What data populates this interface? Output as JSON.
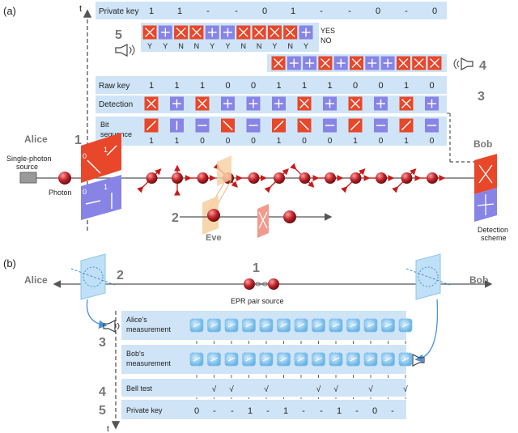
{
  "colors": {
    "panel": "#cfe4f7",
    "red": "#e8472a",
    "blue": "#8784e6",
    "photon": "#c0262c",
    "arrow": "#c91a1a",
    "eve_plane": "#f6cfa0",
    "axis": "#555555"
  },
  "panel_a": {
    "tag": "(a)",
    "time_axis": "t",
    "private_key_label": "Private key",
    "private_key": [
      "1",
      "1",
      "-",
      "-",
      "0",
      "1",
      "-",
      "-",
      "0",
      "-",
      "0"
    ],
    "step5": "5",
    "step5_bases": [
      "red",
      "blue",
      "red",
      "red",
      "blue",
      "blue",
      "red",
      "red",
      "red",
      "red",
      "blue"
    ],
    "step5_yn": [
      "Y",
      "Y",
      "N",
      "N",
      "Y",
      "Y",
      "N",
      "N",
      "Y",
      "N",
      "Y"
    ],
    "yes": "YES",
    "no": "NO",
    "step4": "4",
    "step4_bases": [
      "red",
      "blue",
      "blue",
      "red",
      "blue",
      "red",
      "blue",
      "blue",
      "red",
      "red",
      "red"
    ],
    "step3": "3",
    "raw_key_label": "Raw key",
    "raw_key": [
      "1",
      "1",
      "1",
      "0",
      "0",
      "1",
      "1",
      "1",
      "0",
      "0",
      "1",
      "0"
    ],
    "detection_label": "Detection",
    "detection_bases": [
      "red",
      "blue",
      "red",
      "blue",
      "blue",
      "blue",
      "red",
      "blue",
      "red",
      "blue",
      "red",
      "blue"
    ],
    "bit_seq_label_1": "Bit",
    "bit_seq_label_2": "sequence",
    "bit_seq_bases": [
      "red",
      "blue",
      "blue",
      "red",
      "blue",
      "red",
      "red",
      "blue",
      "red",
      "blue",
      "red",
      "blue"
    ],
    "bit_seq": [
      "1",
      "1",
      "0",
      "0",
      "0",
      "1",
      "0",
      "0",
      "1",
      "0",
      "1",
      "0"
    ],
    "alice": "Alice",
    "step1": "1",
    "source_1": "Single-photon",
    "source_2": "source",
    "photon": "Photon",
    "pol_0": "0",
    "pol_1": "1",
    "bob": "Bob",
    "detection_scheme_1": "Detection",
    "detection_scheme_2": "scheme",
    "step2": "2",
    "eve": "Eve"
  },
  "panel_b": {
    "tag": "(b)",
    "alice": "Alice",
    "bob": "Bob",
    "step2": "2",
    "step1": "1",
    "epr_label": "EPR pair source",
    "step3": "3",
    "alice_meas_1": "Alice's",
    "alice_meas_2": "measurement",
    "bob_meas_1": "Bob's",
    "bob_meas_2": "measurement",
    "step4": "4",
    "bell_label": "Bell test",
    "bell_marks": [
      "",
      "√",
      "√",
      "",
      "√",
      "",
      "",
      "√",
      "√",
      "",
      "√",
      "",
      "√"
    ],
    "step5": "5",
    "key_label": "Private key",
    "private_key": [
      "0",
      "-",
      "-",
      "1",
      "-",
      "1",
      "-",
      "-",
      "1",
      "-",
      "0",
      "-"
    ],
    "time_axis": "t"
  }
}
